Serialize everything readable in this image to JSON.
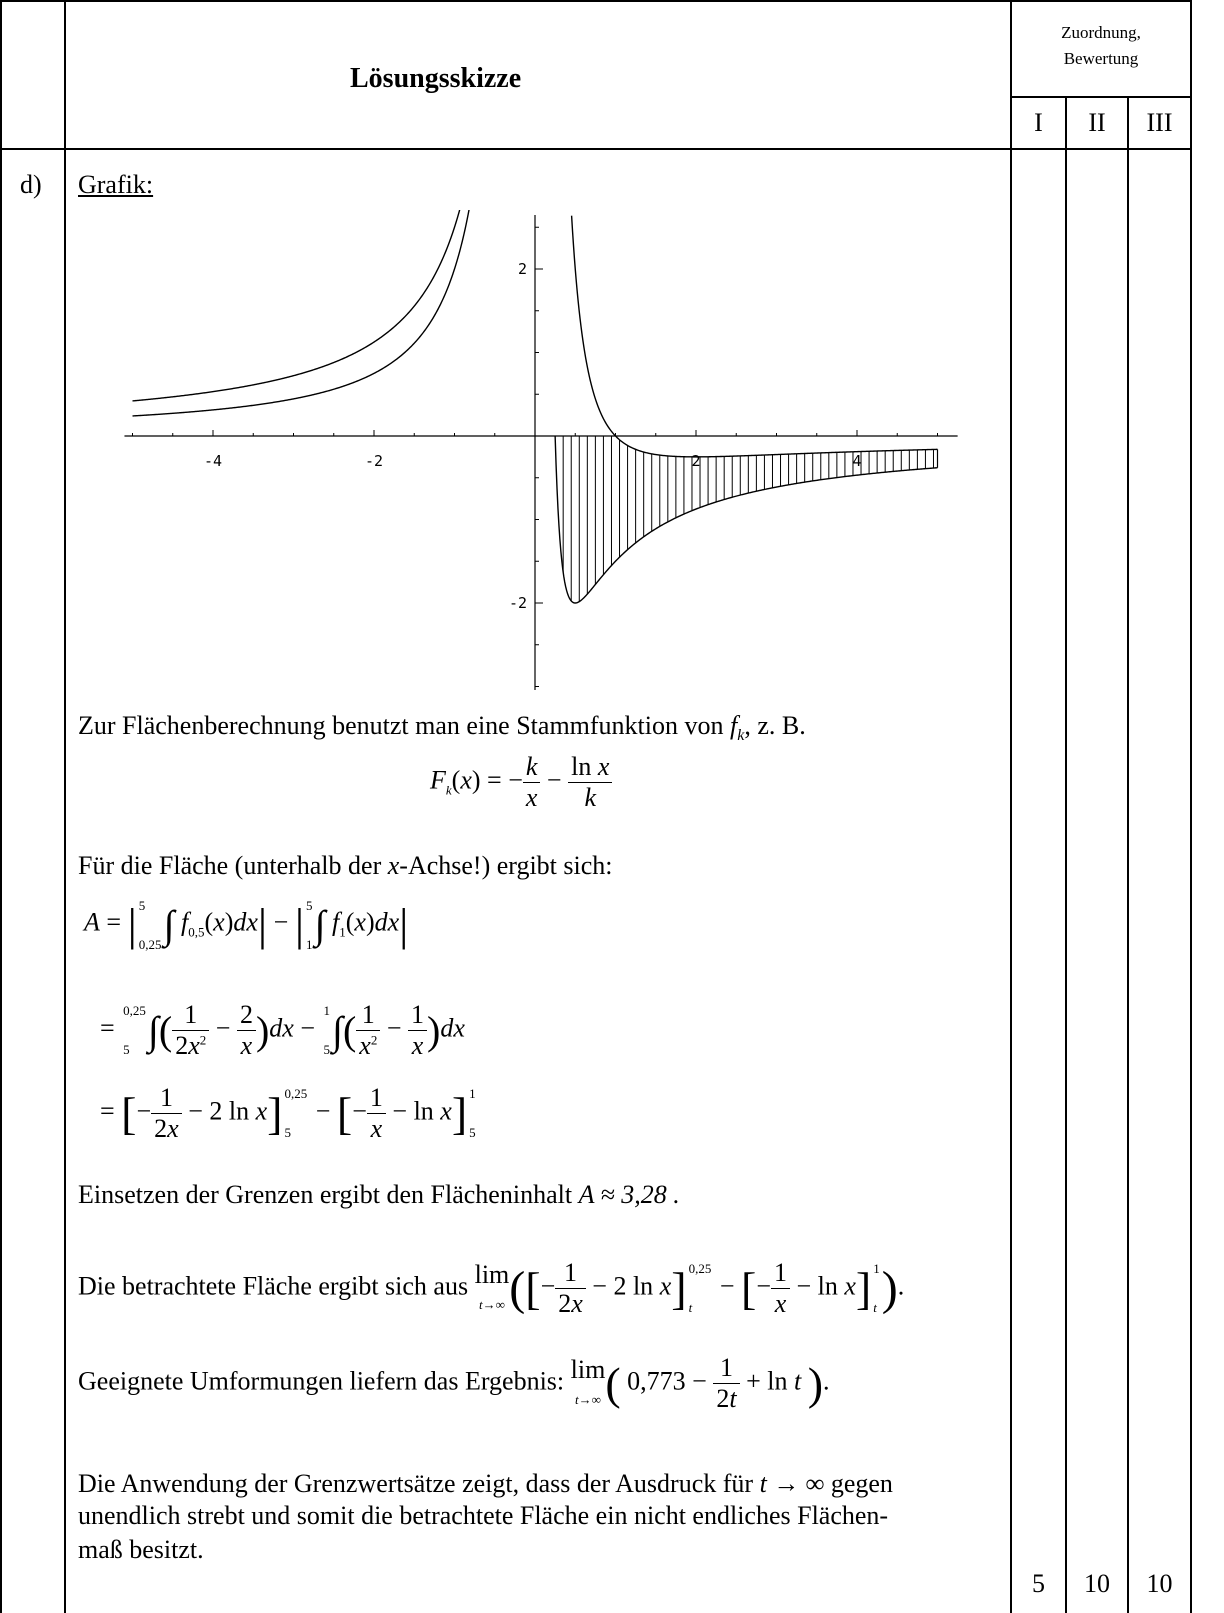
{
  "header": {
    "title": "Lösungsskizze",
    "zuordnung_line1": "Zuordnung,",
    "zuordnung_line2": "Bewertung",
    "col_i": "I",
    "col_ii": "II",
    "col_iii": "III"
  },
  "row": {
    "label": "d)",
    "grafik": "Grafik:",
    "p_stammfunktion": "Zur Flächenberechnung benutzt man eine Stammfunktion von",
    "p_stammfunktion_fn": "f",
    "p_stammfunktion_sub": "k",
    "p_stammfunktion_end": ", z. B.",
    "p_flaeche": "Für die Fläche (unterhalb der",
    "p_flaeche_x": "x",
    "p_flaeche_end": "-Achse!) ergibt sich:",
    "p_einsetzen": "Einsetzen der Grenzen ergibt den Flächeninhalt",
    "area_value": "A ≈ 3,28 .",
    "p_betrachtete": "Die betrachtete Fläche ergibt sich aus",
    "p_geeignete": "Geeignete Umformungen liefern das Ergebnis:",
    "p_anwendung_1a": "Die Anwendung der Grenzwertsätze zeigt, dass der Ausdruck für",
    "p_anwendung_1b": "t → ∞",
    "p_anwendung_1c": "gegen",
    "p_anwendung_2": "unendlich strebt und somit die betrachtete Fläche ein nicht endliches Flächen-",
    "p_anwendung_3": "maß besitzt.",
    "score_i": "5",
    "score_ii": "10",
    "score_iii": "10"
  },
  "chart_data": {
    "type": "line",
    "xlim": [
      -5,
      5
    ],
    "ylim": [
      -3,
      2.6
    ],
    "x_ticks": [
      -4,
      -2,
      2,
      4
    ],
    "y_ticks": [
      2,
      -2
    ],
    "grid": false,
    "series": [
      {
        "function": "f_0,5(x) = 1/(2x^2) - 2/x",
        "x": [
          -5,
          -4,
          -3,
          -2,
          -1.5,
          -1,
          -0.9,
          0.25,
          0.5,
          1,
          2,
          3,
          4,
          5
        ]
      },
      {
        "function": "f_1(x) = 1/x^2 - 1/x",
        "x": [
          -5,
          -4,
          -3,
          -2,
          -1.5,
          -1,
          -0.7,
          0.35,
          0.5,
          1,
          2,
          3,
          4,
          5
        ]
      }
    ],
    "shaded_region": {
      "from_x": 0.25,
      "to_x": 5,
      "pattern": "vertical-hatch",
      "position": "below x-axis"
    }
  }
}
